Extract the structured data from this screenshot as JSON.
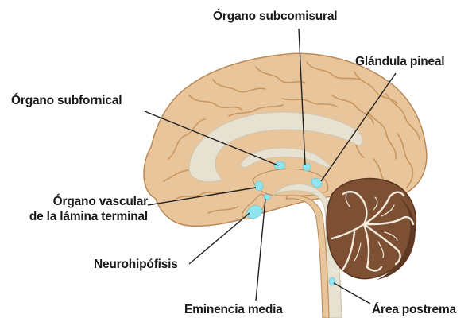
{
  "labels": {
    "subcomisural": "Órgano subcomisural",
    "pineal": "Glándula pineal",
    "subfornical": "Órgano subfornical",
    "vascular_line1": "Órgano vascular",
    "vascular_line2": "de la lámina terminal",
    "neurohipofisis": "Neurohipófisis",
    "eminencia": "Eminencia media",
    "postrema": "Área postrema"
  },
  "colors": {
    "cortex": "#e9c59c",
    "cortex_outline": "#b98a58",
    "gyri_lines": "#c9975f",
    "white_matter": "#e6e1d0",
    "cerebellum": "#8a5a3c",
    "cerebellum_dark": "#6b4028",
    "cerebellum_tree": "#f3eadc",
    "organ_highlight": "#8fe4ef",
    "leader_lines": "#222222"
  }
}
